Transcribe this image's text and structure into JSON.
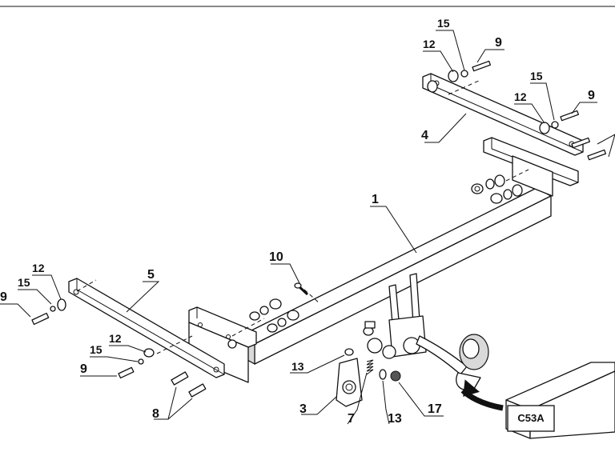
{
  "callouts": {
    "c1": "1",
    "c3": "3",
    "c4": "4",
    "c5": "5",
    "c7": "7",
    "c8": "8",
    "c9a": "9",
    "c9b": "9",
    "c9c": "9",
    "c9d": "9",
    "c10": "10",
    "c12a": "12",
    "c12b": "12",
    "c12c": "12",
    "c12d": "12",
    "c13a": "13",
    "c13b": "13",
    "c15a": "15",
    "c15b": "15",
    "c15c": "15",
    "c15d": "15",
    "c17": "17"
  },
  "box_label": "C53A"
}
